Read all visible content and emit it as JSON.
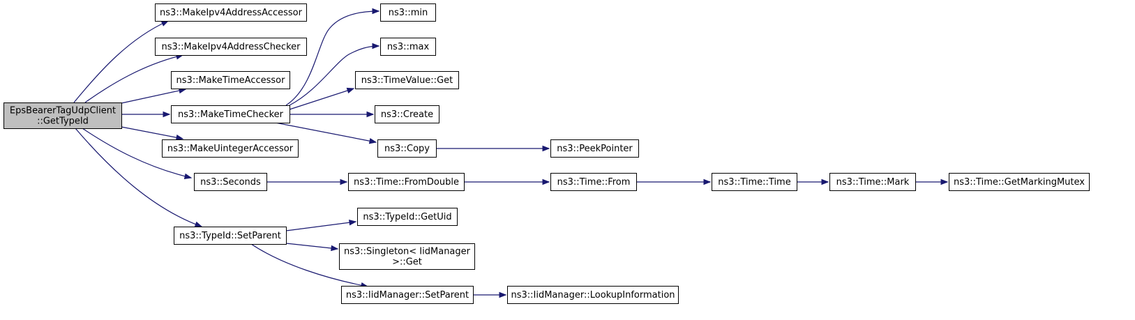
{
  "diagram": {
    "type": "call-graph",
    "colors": {
      "edge": "#191970",
      "node_border": "#000000",
      "node_fill": "#ffffff",
      "root_fill": "#bfbfbf"
    },
    "nodes": [
      {
        "id": "root",
        "lines": [
          "EpsBearerTagUdpClient",
          "::GetTypeId"
        ],
        "root": true
      },
      {
        "id": "mk-ipv4-acc",
        "lines": [
          "ns3::MakeIpv4AddressAccessor"
        ]
      },
      {
        "id": "mk-ipv4-chk",
        "lines": [
          "ns3::MakeIpv4AddressChecker"
        ]
      },
      {
        "id": "mk-time-acc",
        "lines": [
          "ns3::MakeTimeAccessor"
        ]
      },
      {
        "id": "mk-time-chk",
        "lines": [
          "ns3::MakeTimeChecker"
        ]
      },
      {
        "id": "mk-uint-acc",
        "lines": [
          "ns3::MakeUintegerAccessor"
        ]
      },
      {
        "id": "seconds",
        "lines": [
          "ns3::Seconds"
        ]
      },
      {
        "id": "setparent",
        "lines": [
          "ns3::TypeId::SetParent"
        ]
      },
      {
        "id": "min",
        "lines": [
          "ns3::min"
        ]
      },
      {
        "id": "max",
        "lines": [
          "ns3::max"
        ]
      },
      {
        "id": "timevalue-get",
        "lines": [
          "ns3::TimeValue::Get"
        ]
      },
      {
        "id": "create",
        "lines": [
          "ns3::Create"
        ]
      },
      {
        "id": "copy",
        "lines": [
          "ns3::Copy"
        ]
      },
      {
        "id": "peekpointer",
        "lines": [
          "ns3::PeekPointer"
        ]
      },
      {
        "id": "fromdouble",
        "lines": [
          "ns3::Time::FromDouble"
        ]
      },
      {
        "id": "from",
        "lines": [
          "ns3::Time::From"
        ]
      },
      {
        "id": "time",
        "lines": [
          "ns3::Time::Time"
        ]
      },
      {
        "id": "mark",
        "lines": [
          "ns3::Time::Mark"
        ]
      },
      {
        "id": "mutex",
        "lines": [
          "ns3::Time::GetMarkingMutex"
        ]
      },
      {
        "id": "getuid",
        "lines": [
          "ns3::TypeId::GetUid"
        ]
      },
      {
        "id": "singleton",
        "lines": [
          "ns3::Singleton< IidManager",
          " >::Get"
        ]
      },
      {
        "id": "iid-setparent",
        "lines": [
          "ns3::IidManager::SetParent"
        ]
      },
      {
        "id": "lookup",
        "lines": [
          "ns3::IidManager::LookupInformation"
        ]
      }
    ],
    "edges": [
      {
        "from": "root",
        "to": "mk-ipv4-acc"
      },
      {
        "from": "root",
        "to": "mk-ipv4-chk"
      },
      {
        "from": "root",
        "to": "mk-time-acc"
      },
      {
        "from": "root",
        "to": "mk-time-chk"
      },
      {
        "from": "root",
        "to": "mk-uint-acc"
      },
      {
        "from": "root",
        "to": "seconds"
      },
      {
        "from": "root",
        "to": "setparent"
      },
      {
        "from": "mk-time-chk",
        "to": "min"
      },
      {
        "from": "mk-time-chk",
        "to": "max"
      },
      {
        "from": "mk-time-chk",
        "to": "timevalue-get"
      },
      {
        "from": "mk-time-chk",
        "to": "create"
      },
      {
        "from": "mk-time-chk",
        "to": "copy"
      },
      {
        "from": "copy",
        "to": "peekpointer"
      },
      {
        "from": "seconds",
        "to": "fromdouble"
      },
      {
        "from": "fromdouble",
        "to": "from"
      },
      {
        "from": "from",
        "to": "time"
      },
      {
        "from": "time",
        "to": "mark"
      },
      {
        "from": "mark",
        "to": "mutex"
      },
      {
        "from": "setparent",
        "to": "getuid"
      },
      {
        "from": "setparent",
        "to": "singleton"
      },
      {
        "from": "setparent",
        "to": "iid-setparent"
      },
      {
        "from": "iid-setparent",
        "to": "lookup"
      }
    ]
  }
}
